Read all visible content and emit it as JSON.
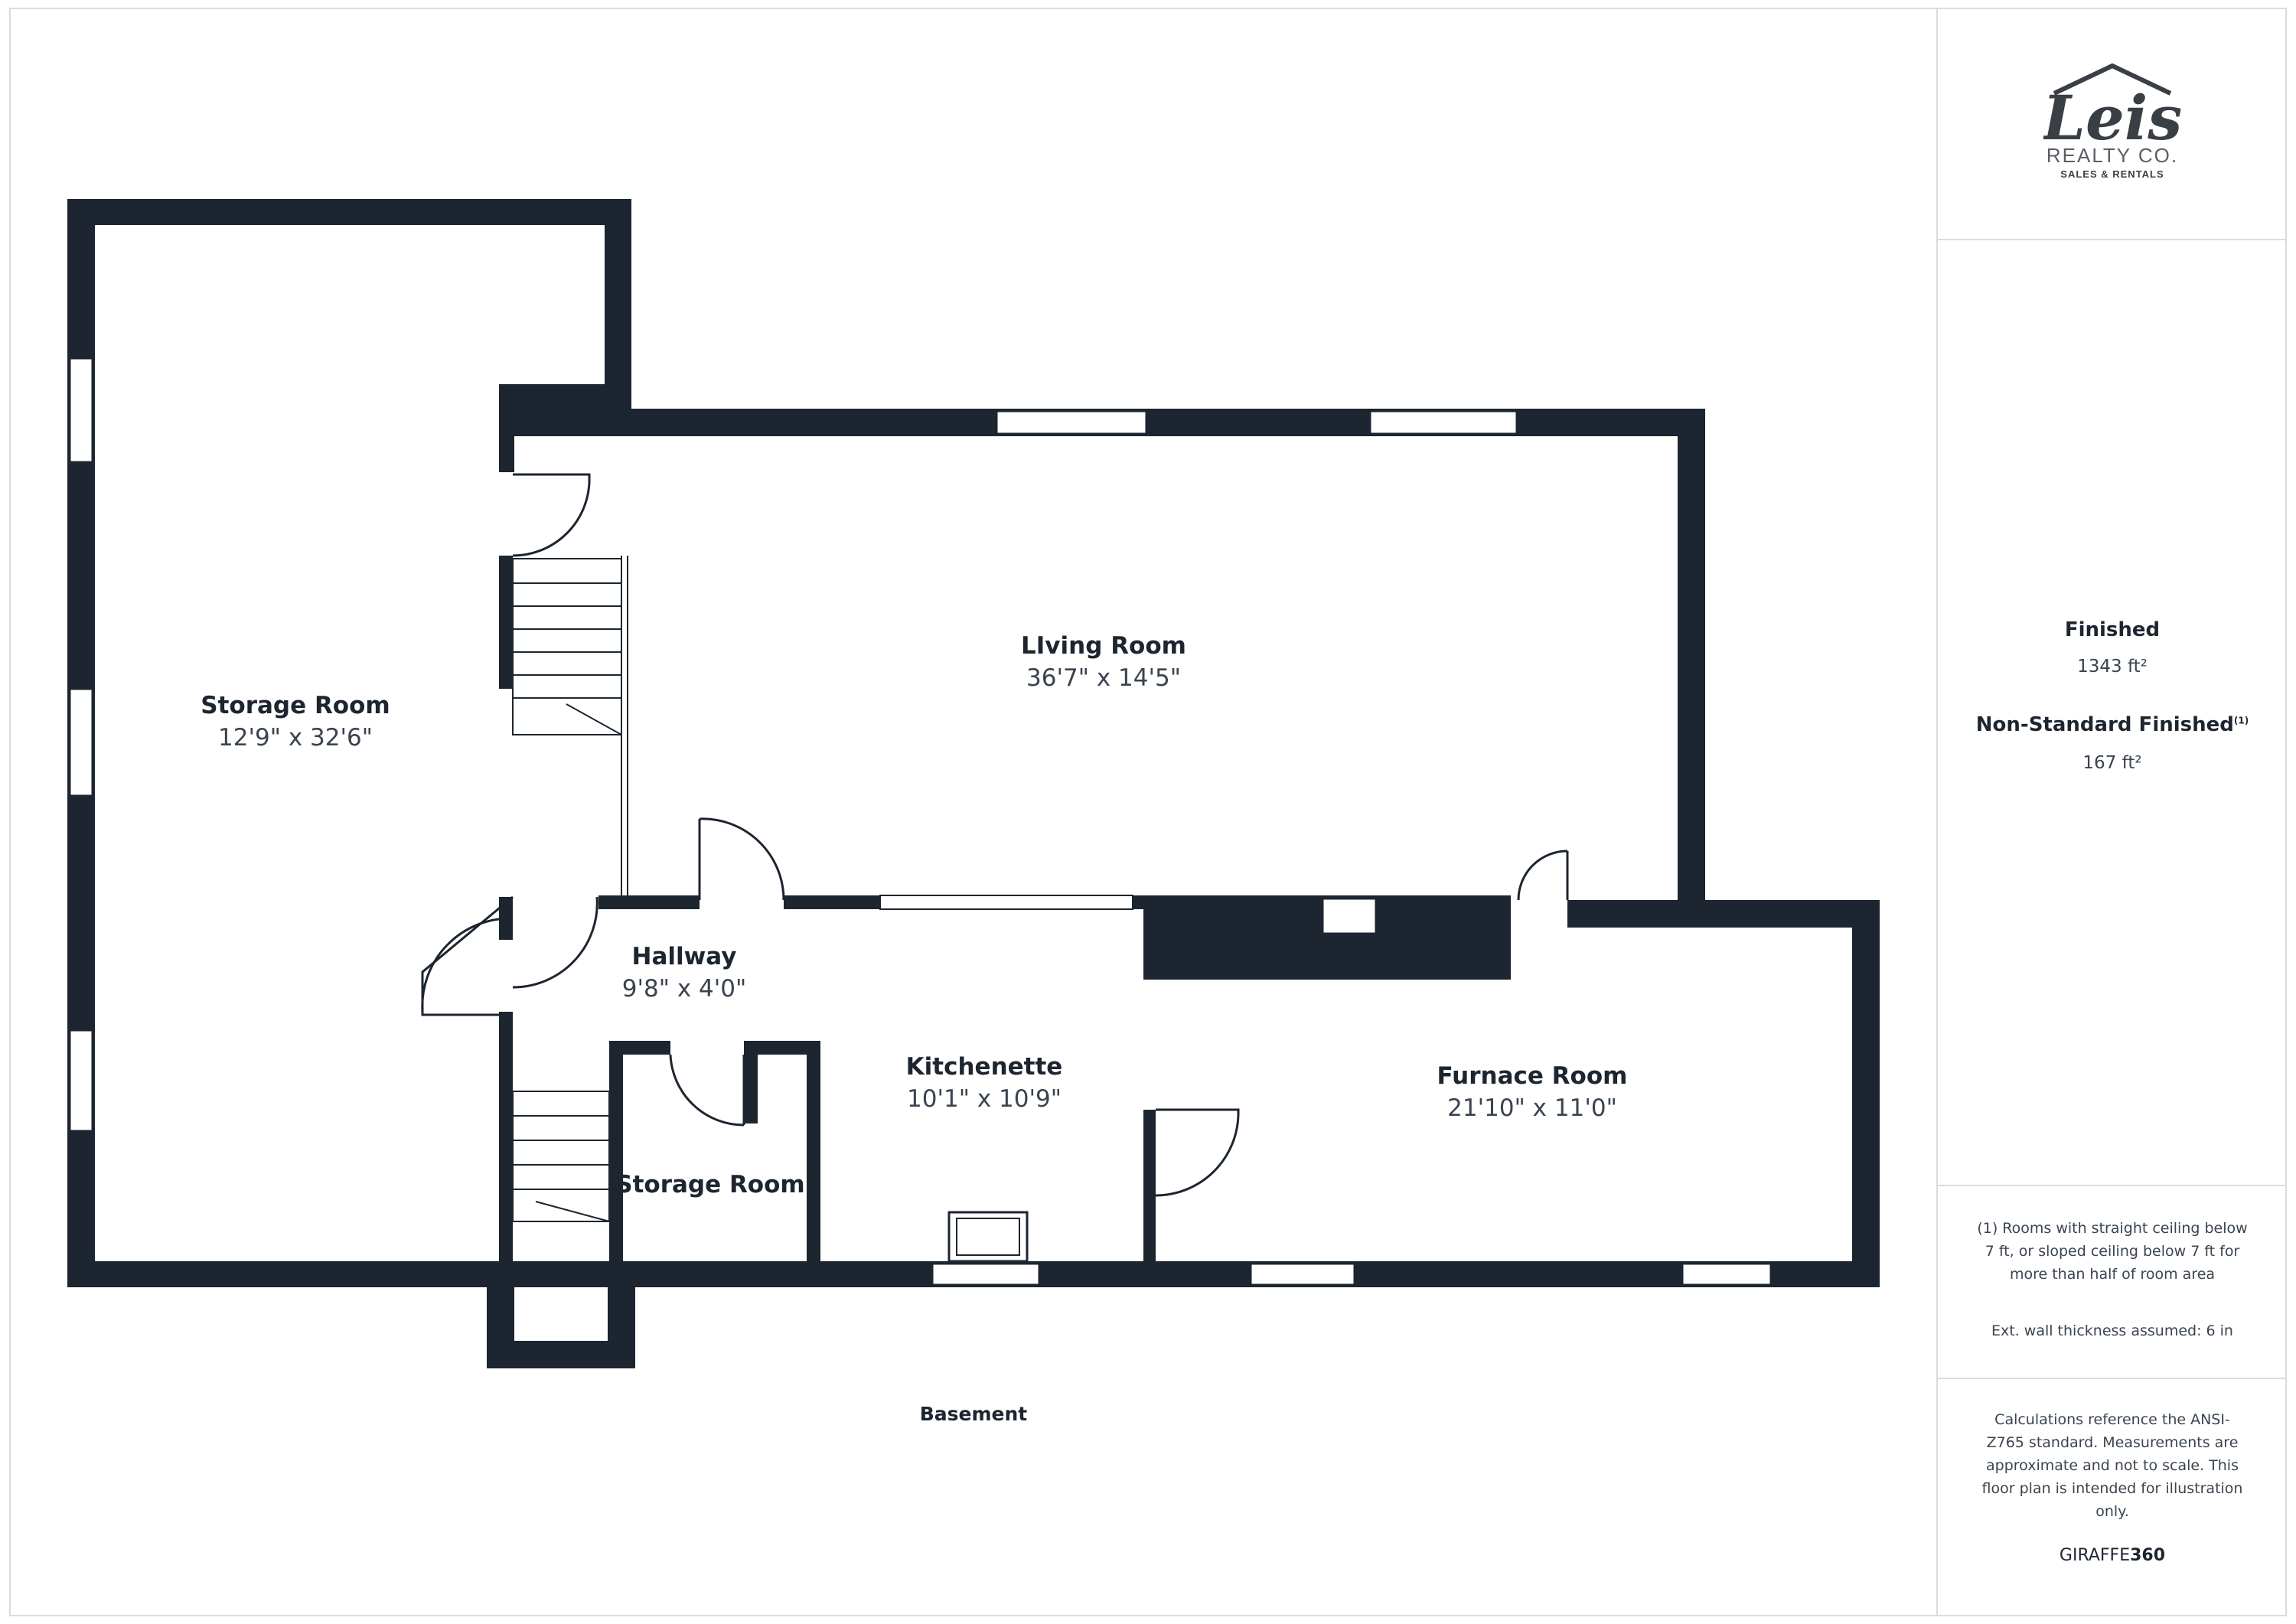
{
  "floor_label": "Basement",
  "rooms": [
    {
      "name": "Storage Room",
      "dims": "12'9\" x 32'6\""
    },
    {
      "name": "LIving Room",
      "dims": "36'7\" x 14'5\""
    },
    {
      "name": "Hallway",
      "dims": "9'8\" x 4'0\""
    },
    {
      "name": "Kitchenette",
      "dims": "10'1\" x 10'9\""
    },
    {
      "name": "Furnace Room",
      "dims": "21'10\" x 11'0\""
    },
    {
      "name": "Storage Room",
      "dims": ""
    }
  ],
  "sidebar": {
    "logo": {
      "script": "Leis",
      "sub": "REALTY CO.",
      "sub2": "SALES & RENTALS"
    },
    "finished_label": "Finished",
    "finished_value": "1343 ft²",
    "nonstandard_label": "Non-Standard Finished",
    "nonstandard_sup": "(1)",
    "nonstandard_value": "167 ft²",
    "note1": "(1) Rooms with straight ceiling below 7 ft, or sloped ceiling below 7 ft for more than half of room area",
    "note2": "Ext. wall thickness assumed: 6 in",
    "disclaimer": "Calculations reference the ANSI-Z765 standard. Measurements are approximate and not to scale. This floor plan is intended for illustration only.",
    "brand_light": "GIRAFFE",
    "brand_bold": "360"
  },
  "colors": {
    "wall": "#1c2530",
    "window": "#ffffff",
    "frame": "#d9dcdf"
  }
}
